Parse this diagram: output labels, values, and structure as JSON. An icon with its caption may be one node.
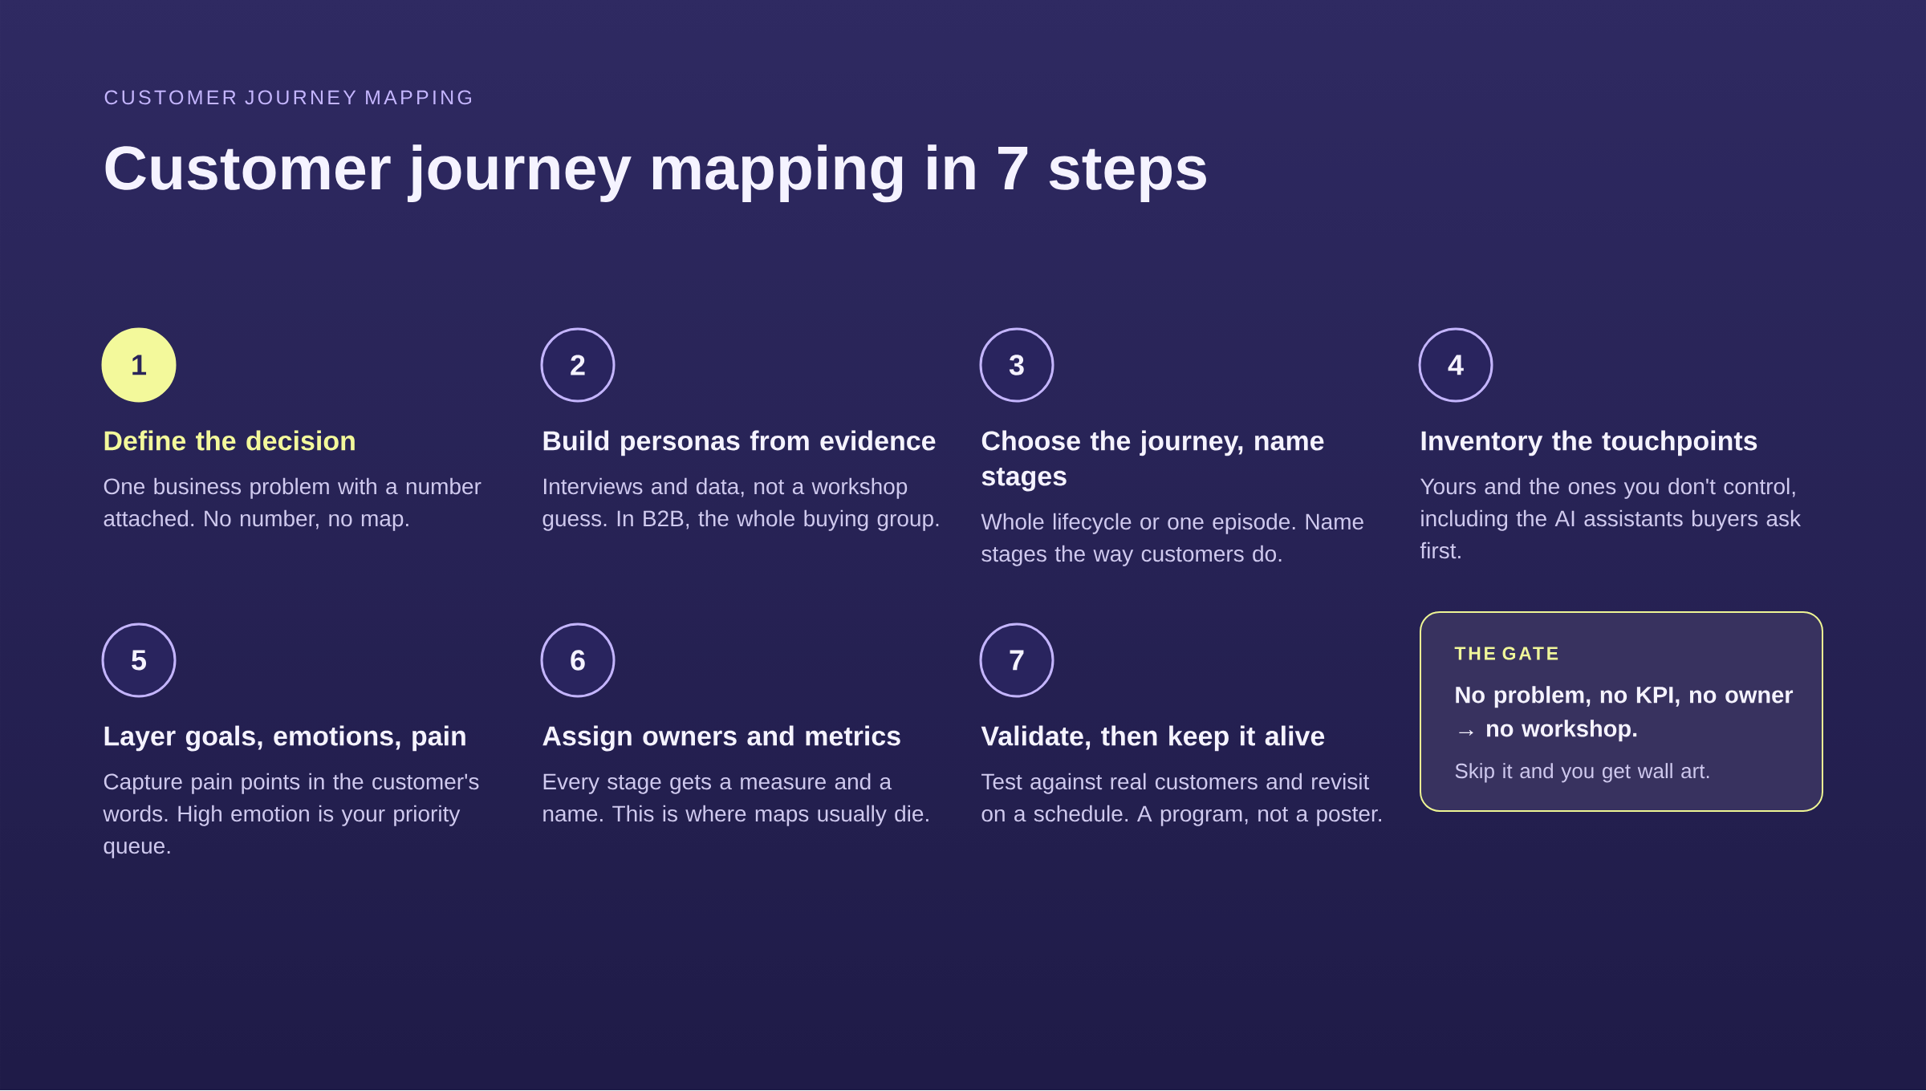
{
  "diagram": {
    "title": "Customer journey mapping in 7 steps",
    "nodes": [
      {
        "text": [
          "1"
        ],
        "beside": [
          "Define the decision",
          "One business problem with a number attached. No number, no map."
        ]
      },
      {
        "text": [
          "2"
        ],
        "beside": [
          "Build personas from evidence",
          "Interviews and data, not a workshop guess. In B2B, the whole buying group."
        ]
      },
      {
        "text": [
          "3"
        ],
        "beside": [
          "Choose the journey, name stages",
          "Whole lifecycle or one episode. Name stages the way customers do."
        ]
      },
      {
        "text": [
          "4"
        ],
        "beside": [
          "Inventory the touchpoints",
          "Yours and the ones you don't control, including the AI assistants buyers ask first."
        ]
      },
      {
        "text": [
          "5"
        ],
        "beside": [
          "Layer goals, emotions, pain",
          "Capture pain points in the customer's words. High emotion is your priority queue."
        ]
      },
      {
        "text": [
          "6"
        ],
        "beside": [
          "Assign owners and metrics",
          "Every stage gets a measure and a name. This is where maps usually die."
        ]
      },
      {
        "text": [
          "7"
        ],
        "beside": [
          "Validate, then keep it alive",
          "Test against real customers and revisit on a schedule. A program, not a poster."
        ]
      },
      {
        "text": [
          "THE GATE",
          "No problem, no KPI, no owner → no workshop.",
          "Skip it and you get wall art."
        ]
      }
    ],
    "labels": [
      "CUSTOMER JOURNEY MAPPING"
    ]
  }
}
